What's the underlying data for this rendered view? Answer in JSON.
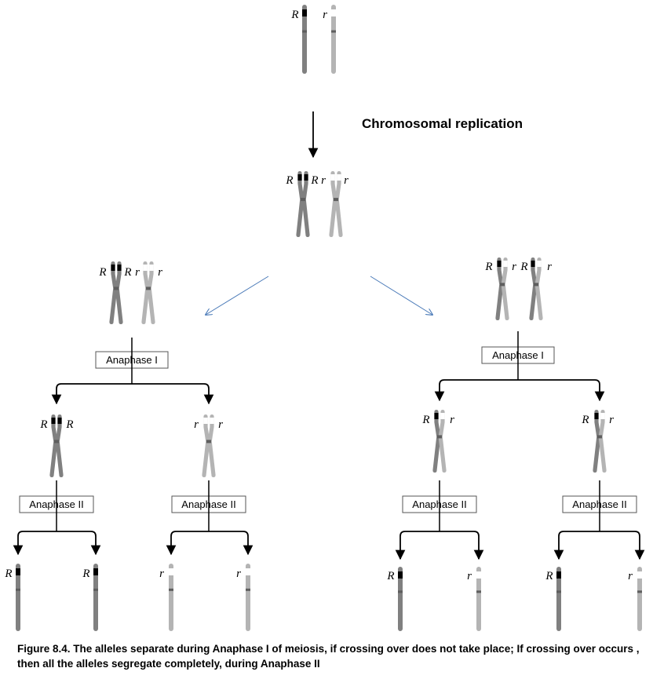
{
  "alleles": {
    "dominant": "R",
    "recessive": "r"
  },
  "replication_label": "Chromosomal replication",
  "stages": {
    "anaphase_1": "Anaphase I",
    "anaphase_2": "Anaphase II"
  },
  "branches": {
    "no_crossing_over": {
      "meiosis_1_products": [
        [
          "R",
          "R"
        ],
        [
          "r",
          "r"
        ]
      ],
      "gametes": [
        "R",
        "R",
        "r",
        "r"
      ]
    },
    "crossing_over": {
      "meiosis_1_products": [
        [
          "R",
          "r"
        ],
        [
          "R",
          "r"
        ]
      ],
      "gametes": [
        "R",
        "r",
        "R",
        "r"
      ]
    }
  },
  "caption": "Figure 8.4. The alleles separate during Anaphase I of meiosis, if crossing over does not take place; If crossing over occurs , then all the alleles segregate completely, during Anaphase II",
  "colors": {
    "dark_chromosome": "#808080",
    "light_chromosome": "#b4b4b4",
    "arrow_blue": "#4a7ab8"
  }
}
